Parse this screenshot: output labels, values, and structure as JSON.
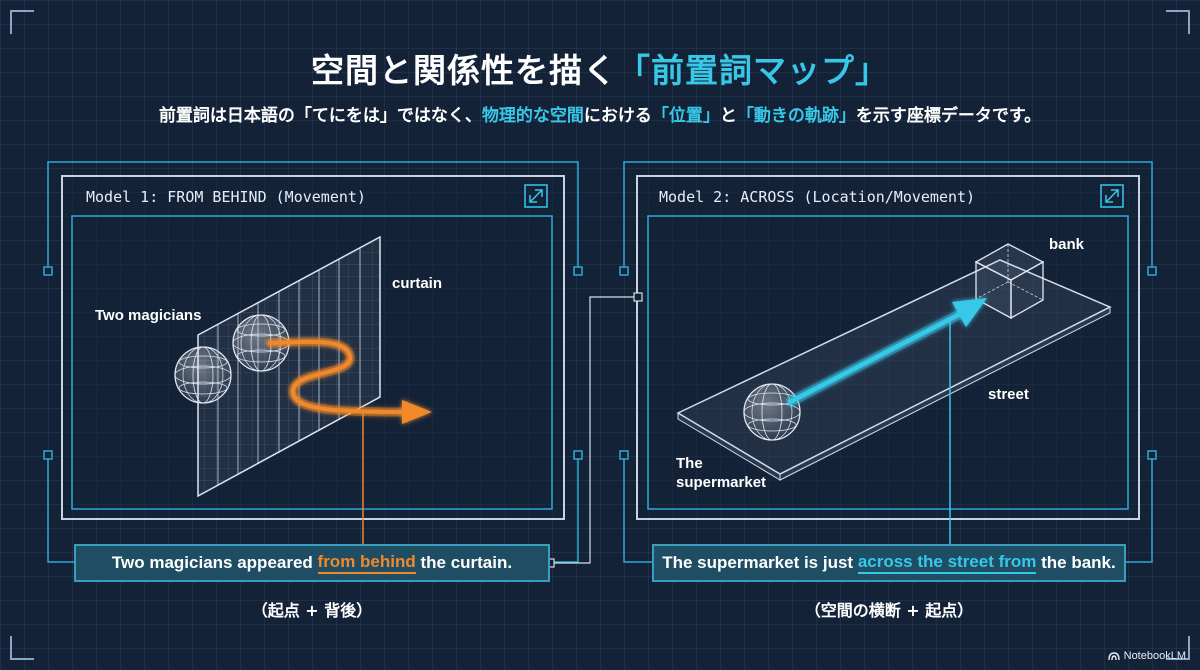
{
  "header": {
    "title_main": "空間と関係性を描く",
    "title_highlight": "「前置詞マップ」",
    "subtitle_parts": [
      {
        "text": "前置詞は日本語の「てにをは」ではなく、",
        "hl": false
      },
      {
        "text": "物理的な空間",
        "hl": true
      },
      {
        "text": "における",
        "hl": false
      },
      {
        "text": "「位置」",
        "hl": true
      },
      {
        "text": "と",
        "hl": false
      },
      {
        "text": "「動きの軌跡」",
        "hl": true
      },
      {
        "text": "を示す座標データです。",
        "hl": false
      }
    ]
  },
  "model1": {
    "title": "Model 1: FROM BEHIND (Movement)",
    "label_magicians": "Two magicians",
    "label_curtain": "curtain",
    "sentence_before": "Two magicians appeared ",
    "sentence_highlight": "from behind",
    "sentence_after": " the curtain.",
    "caption": "（起点 + 背後）"
  },
  "model2": {
    "title": "Model 2: ACROSS (Location/Movement)",
    "label_bank": "bank",
    "label_street": "street",
    "label_supermarket_line1": "The",
    "label_supermarket_line2": "supermarket",
    "sentence_before": "The supermarket is just ",
    "sentence_highlight": "across the street from",
    "sentence_after": " the bank.",
    "caption": "（空間の横断 + 起点）"
  },
  "brand": "NotebookLM",
  "colors": {
    "background": "#142238",
    "accent_cyan": "#37c8e8",
    "accent_orange": "#f0892a",
    "frame_cyan": "#2aa9d2"
  }
}
